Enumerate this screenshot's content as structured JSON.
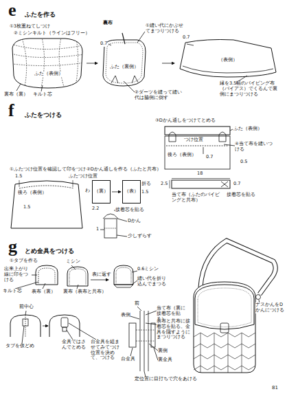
{
  "diagram": {
    "nodes": [
      {
        "text": [
          "（裏）"
        ]
      },
      {
        "text": [
          "（表）"
        ]
      }
    ],
    "edges": [
      {
        "from": 0,
        "to": 1,
        "arrow": "to"
      }
    ],
    "labels": [
      "e",
      "ふたを作る",
      "①3枚重ねてしつけ",
      "②ミシンキルト（ラインはフリー）",
      "ふた（表側）",
      "裏布（裏）",
      "キルト芯",
      "裏布",
      "0.7",
      "①縫い代にかぶせてまつりつける",
      "ふた（裏側）",
      "②ダーツを縫って縫い代は脇側に倒す",
      "0.7",
      "（表側）",
      "縁を3.5幅のパイピング布（バイアス）でくるんで裏側にまつりつける",
      "f",
      "ふたをつける",
      "①ふたつけ位置を確認して印をつける",
      "1.5",
      "ふたつけ位置",
      "後ろ（表側）",
      "1.5",
      "②Dかん通しを作る（ふたと共布）",
      "わ",
      "2.2",
      "接着芯を貼る",
      "折る",
      "1.5",
      "Dかん",
      "1",
      "少しずらす",
      "③Dかん通しをつけてとめる",
      "ふた（表側）",
      "つけ位置",
      "後ろ（表側）",
      "0.7",
      "④当て布を縫いつける",
      "0.5",
      "18",
      "2.5",
      "当て布（ふたのパイピングと共布）",
      "接着芯を貼る",
      "0.7",
      "g",
      "とめ金具をつける",
      "①タブを作る",
      "出来上がり線に印をつける",
      "キルト芯",
      "表布（裏）",
      "ミシン",
      "裏布（表布と共布）",
      "表に返す",
      "0.6ミシン",
      "縫い代を折り込んでまつる",
      "前中心",
      "タブを仮どめ",
      "金具ではさんでとめる",
      "台金具を組ませてみてつけ位置を決めて、つける",
      "前",
      "表側",
      "当て布（裏に接着芯を貼る）",
      "表布と共布に接着芯を貼る。金具を隠すようにまつりつける",
      "台金具",
      "裏側",
      "裏金具",
      "定位置に目打ちで穴をあける",
      "ナスかんをDかんにつける",
      "81"
    ]
  }
}
